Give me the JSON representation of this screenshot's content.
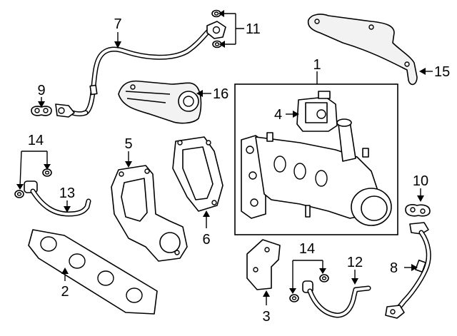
{
  "callouts": [
    {
      "id": "1",
      "label": "1"
    },
    {
      "id": "2",
      "label": "2"
    },
    {
      "id": "3",
      "label": "3"
    },
    {
      "id": "4",
      "label": "4"
    },
    {
      "id": "5",
      "label": "5"
    },
    {
      "id": "6",
      "label": "6"
    },
    {
      "id": "7",
      "label": "7"
    },
    {
      "id": "8",
      "label": "8"
    },
    {
      "id": "9",
      "label": "9"
    },
    {
      "id": "10",
      "label": "10"
    },
    {
      "id": "11",
      "label": "11"
    },
    {
      "id": "12",
      "label": "12"
    },
    {
      "id": "13",
      "label": "13"
    },
    {
      "id": "14a",
      "label": "14"
    },
    {
      "id": "14b",
      "label": "14"
    },
    {
      "id": "15",
      "label": "15"
    },
    {
      "id": "16",
      "label": "16"
    }
  ]
}
